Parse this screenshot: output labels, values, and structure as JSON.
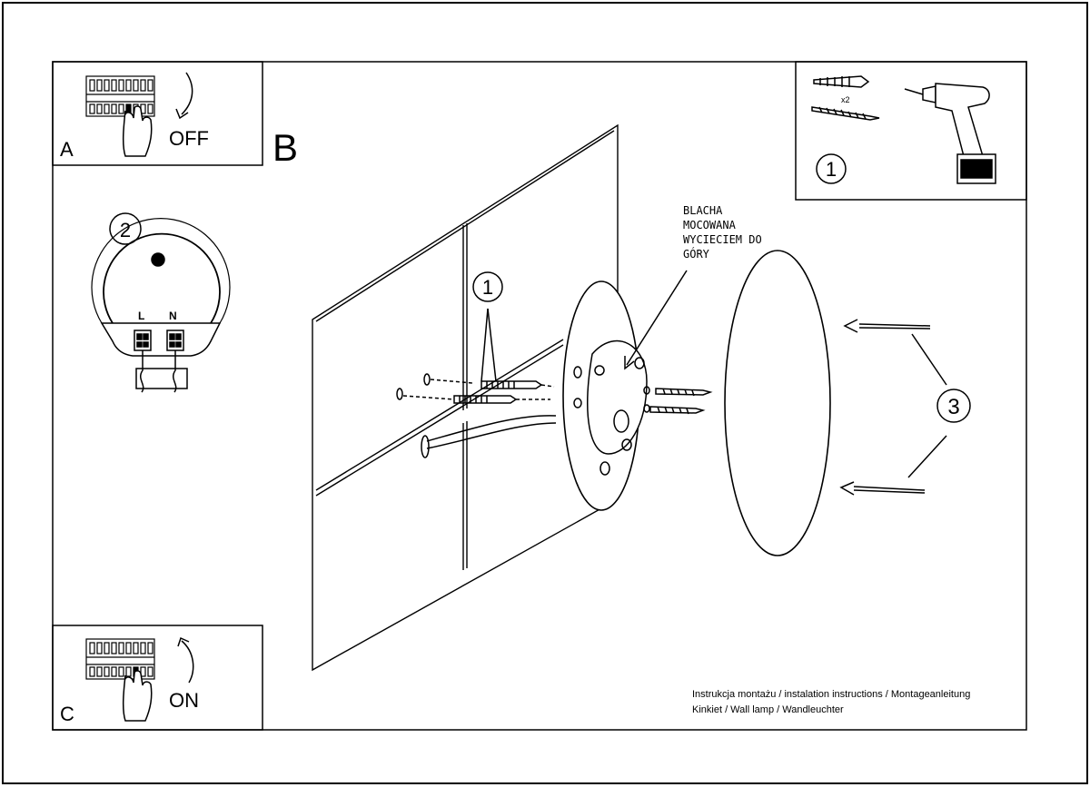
{
  "panels": {
    "a": {
      "letter": "A",
      "label": "OFF"
    },
    "b": {
      "letter": "B"
    },
    "c": {
      "letter": "C",
      "label": "ON"
    }
  },
  "steps": {
    "tools": "1",
    "tools_qty": "x2",
    "wiring": "2",
    "wiring_l": "L",
    "wiring_n": "N",
    "dowels": "1",
    "cover": "3"
  },
  "annotation": [
    "BLACHA",
    "MOCOWANA",
    "WYCIECIEM DO",
    "GÓRY"
  ],
  "footer": {
    "line1": "Instrukcja montażu / instalation instructions / Montageanleitung",
    "line2": "Kinkiet / Wall lamp / Wandleuchter"
  }
}
